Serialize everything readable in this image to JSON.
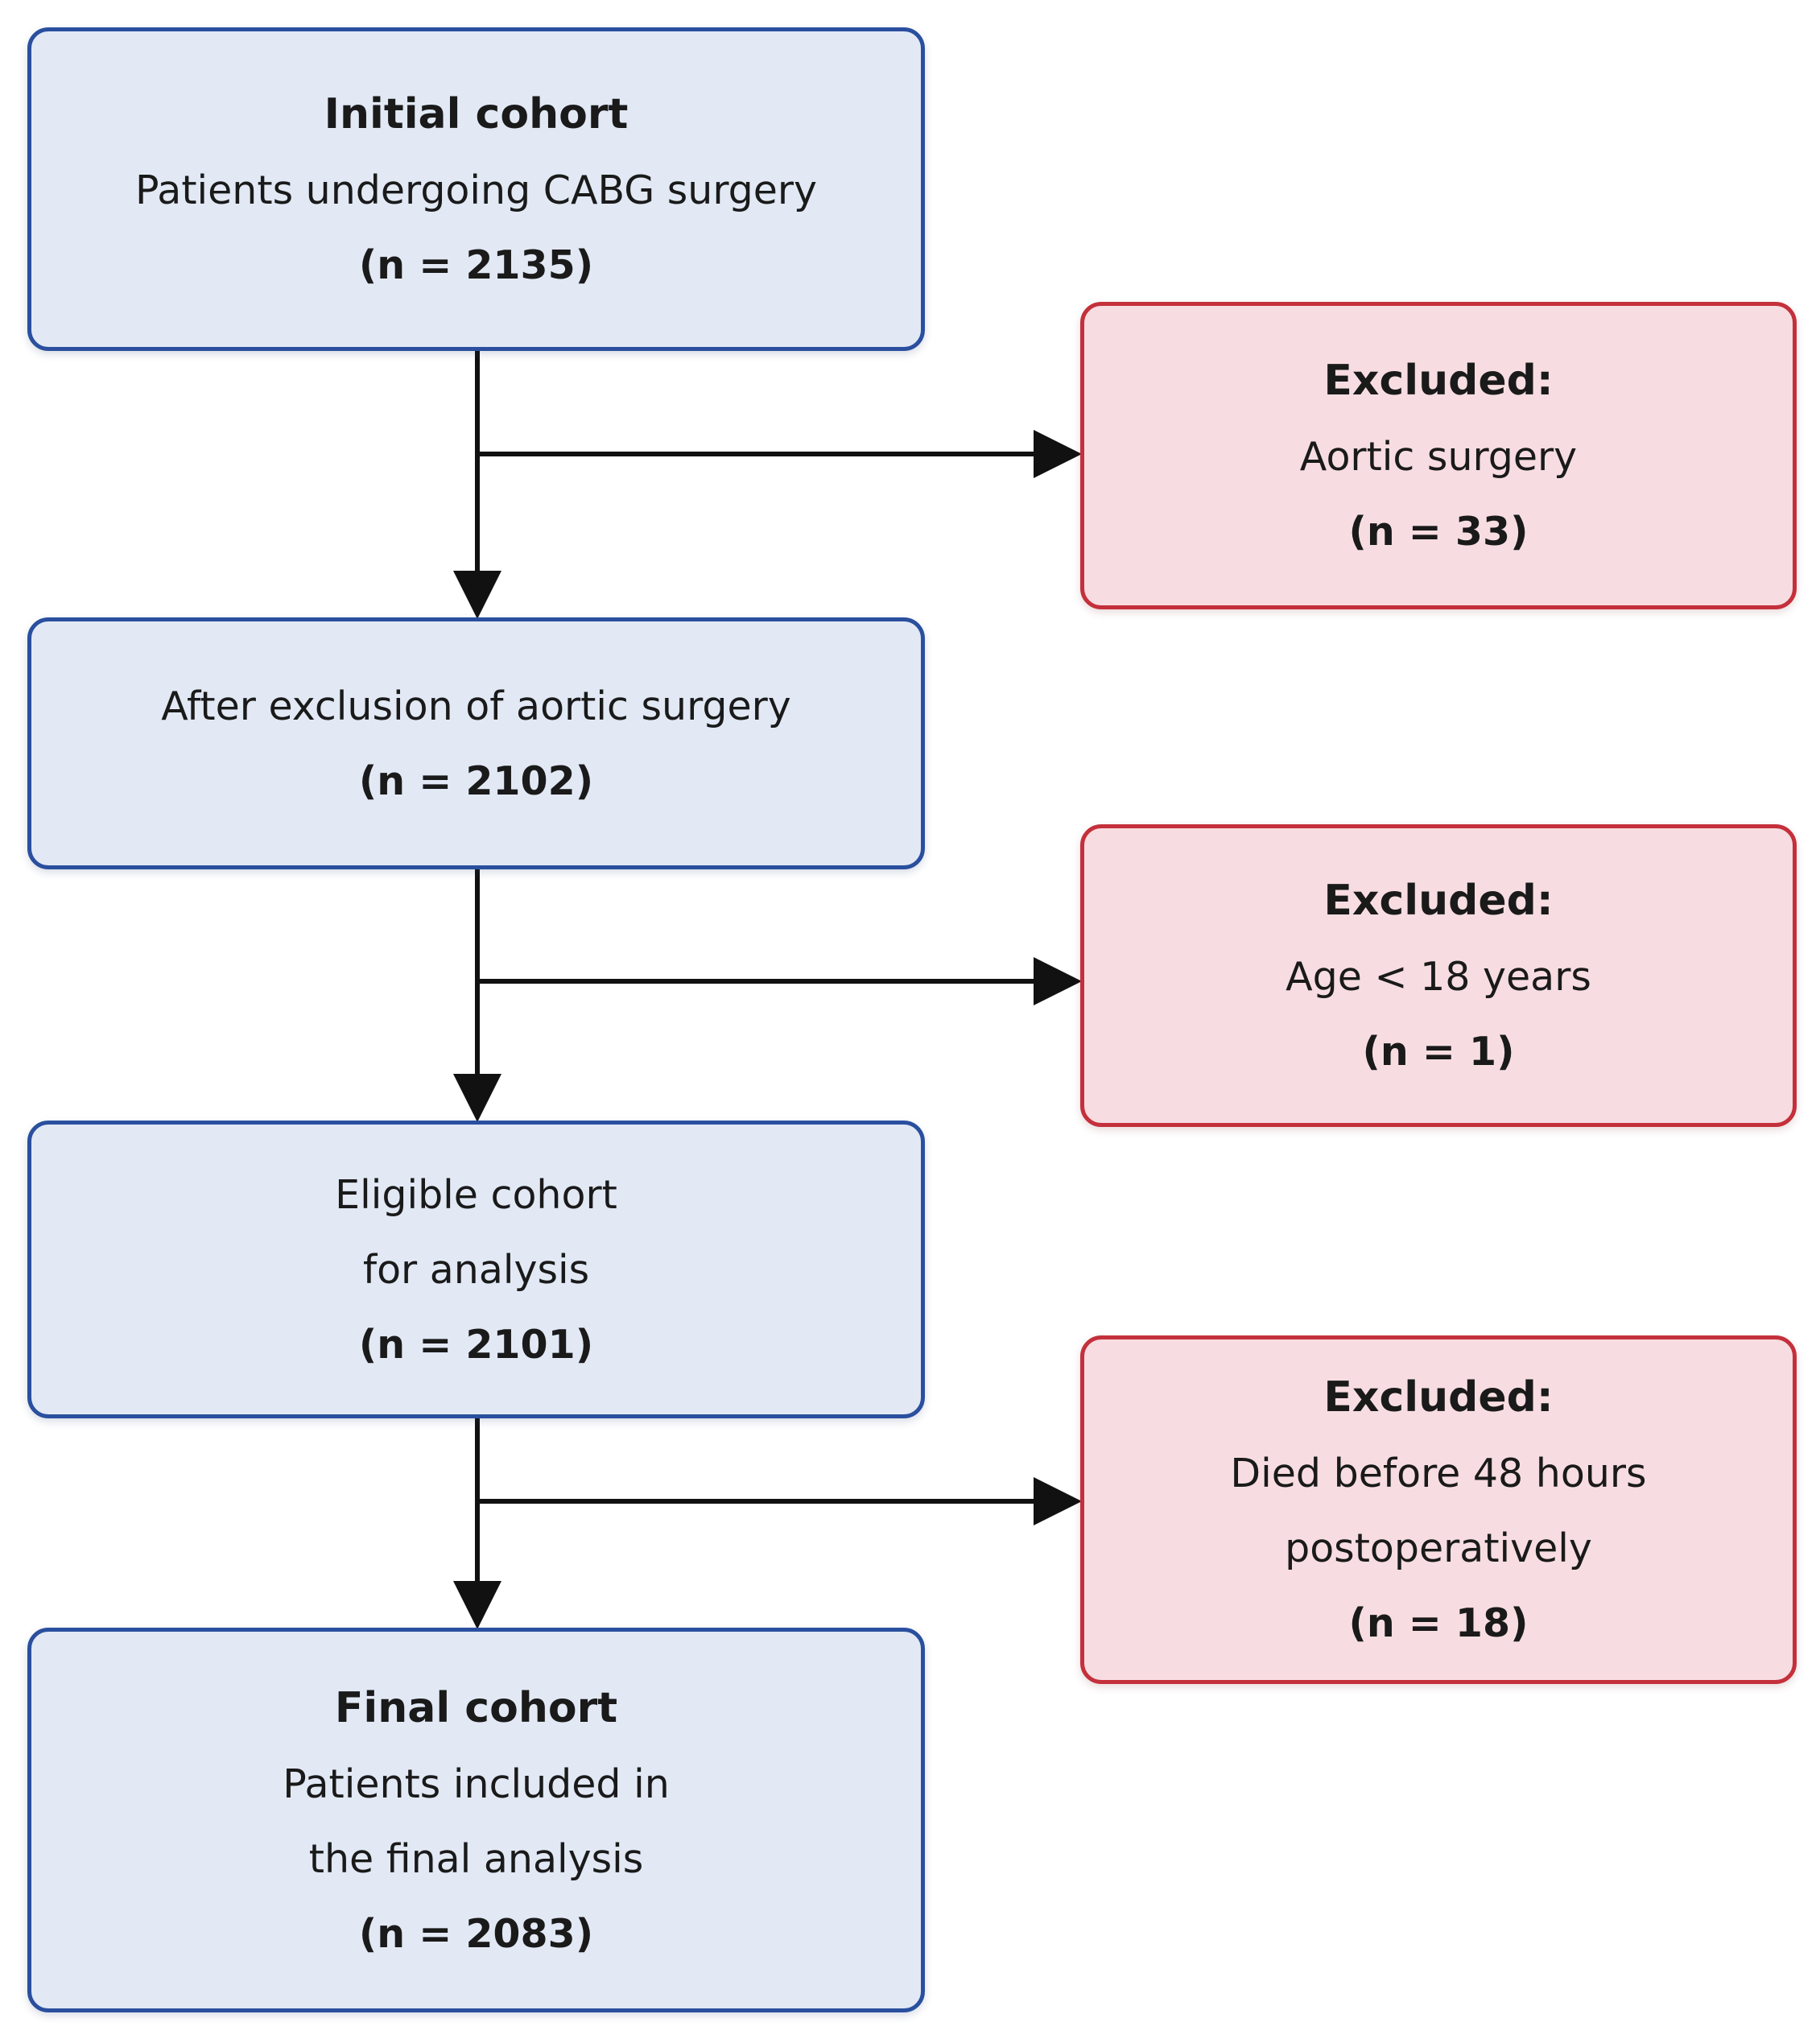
{
  "flow": {
    "initial": {
      "title": "Initial cohort",
      "line1": "Patients undergoing CABG surgery",
      "count": "(n = 2135)"
    },
    "after_aortic": {
      "line1": "After exclusion of aortic surgery",
      "count": "(n = 2102)"
    },
    "eligible": {
      "line1": "Eligible cohort",
      "line2": "for analysis",
      "count": "(n = 2101)"
    },
    "final": {
      "title": "Final cohort",
      "line1": "Patients included in",
      "line2": "the final analysis",
      "count": "(n = 2083)"
    }
  },
  "exclusions": [
    {
      "title": "Excluded:",
      "line1": "Aortic surgery",
      "count": "(n = 33)"
    },
    {
      "title": "Excluded:",
      "line1": "Age < 18 years",
      "count": "(n = 1)"
    },
    {
      "title": "Excluded:",
      "line1": "Died before 48 hours",
      "line2": "postoperatively",
      "count": "(n = 18)"
    }
  ],
  "colors": {
    "main_fill": "#e2e9f5",
    "main_border": "#2a4f9e",
    "excluded_fill": "#f7dde1",
    "excluded_border": "#c4303b",
    "arrow": "#111111"
  }
}
